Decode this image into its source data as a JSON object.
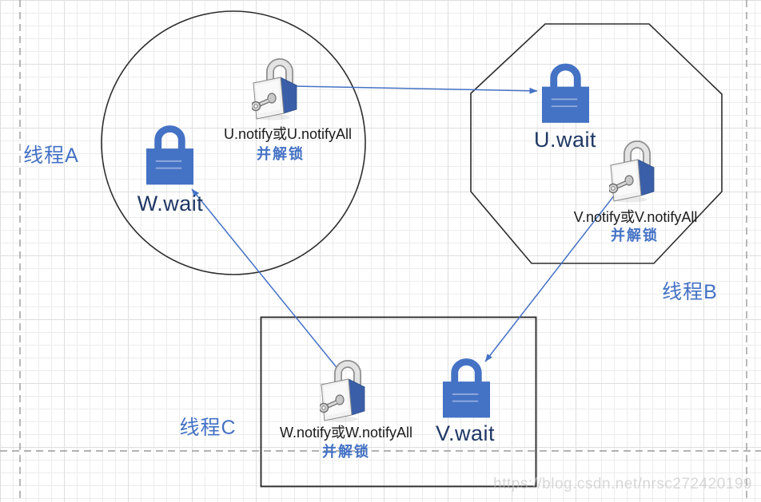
{
  "threads": {
    "a": {
      "label": "线程A"
    },
    "b": {
      "label": "线程B"
    },
    "c": {
      "label": "线程C"
    }
  },
  "wait_locks": {
    "w": {
      "label": "W.wait"
    },
    "u": {
      "label": "U.wait"
    },
    "v": {
      "label": "V.wait"
    }
  },
  "notify_locks": {
    "u": {
      "line1": "U.notify或U.notifyAll",
      "line2": "并解锁"
    },
    "v": {
      "line1": "V.notify或V.notifyAll",
      "line2": "并解锁"
    },
    "w": {
      "line1": "W.notify或W.notifyAll",
      "line2": "并解锁"
    }
  },
  "colors": {
    "accent_blue": "#4472C4",
    "wait_text_navy": "#1F3864",
    "arrow_blue": "#4472C4",
    "shape_outline": "#2d2d2d"
  },
  "watermark": "https://blog.csdn.net/nrsc272420199"
}
